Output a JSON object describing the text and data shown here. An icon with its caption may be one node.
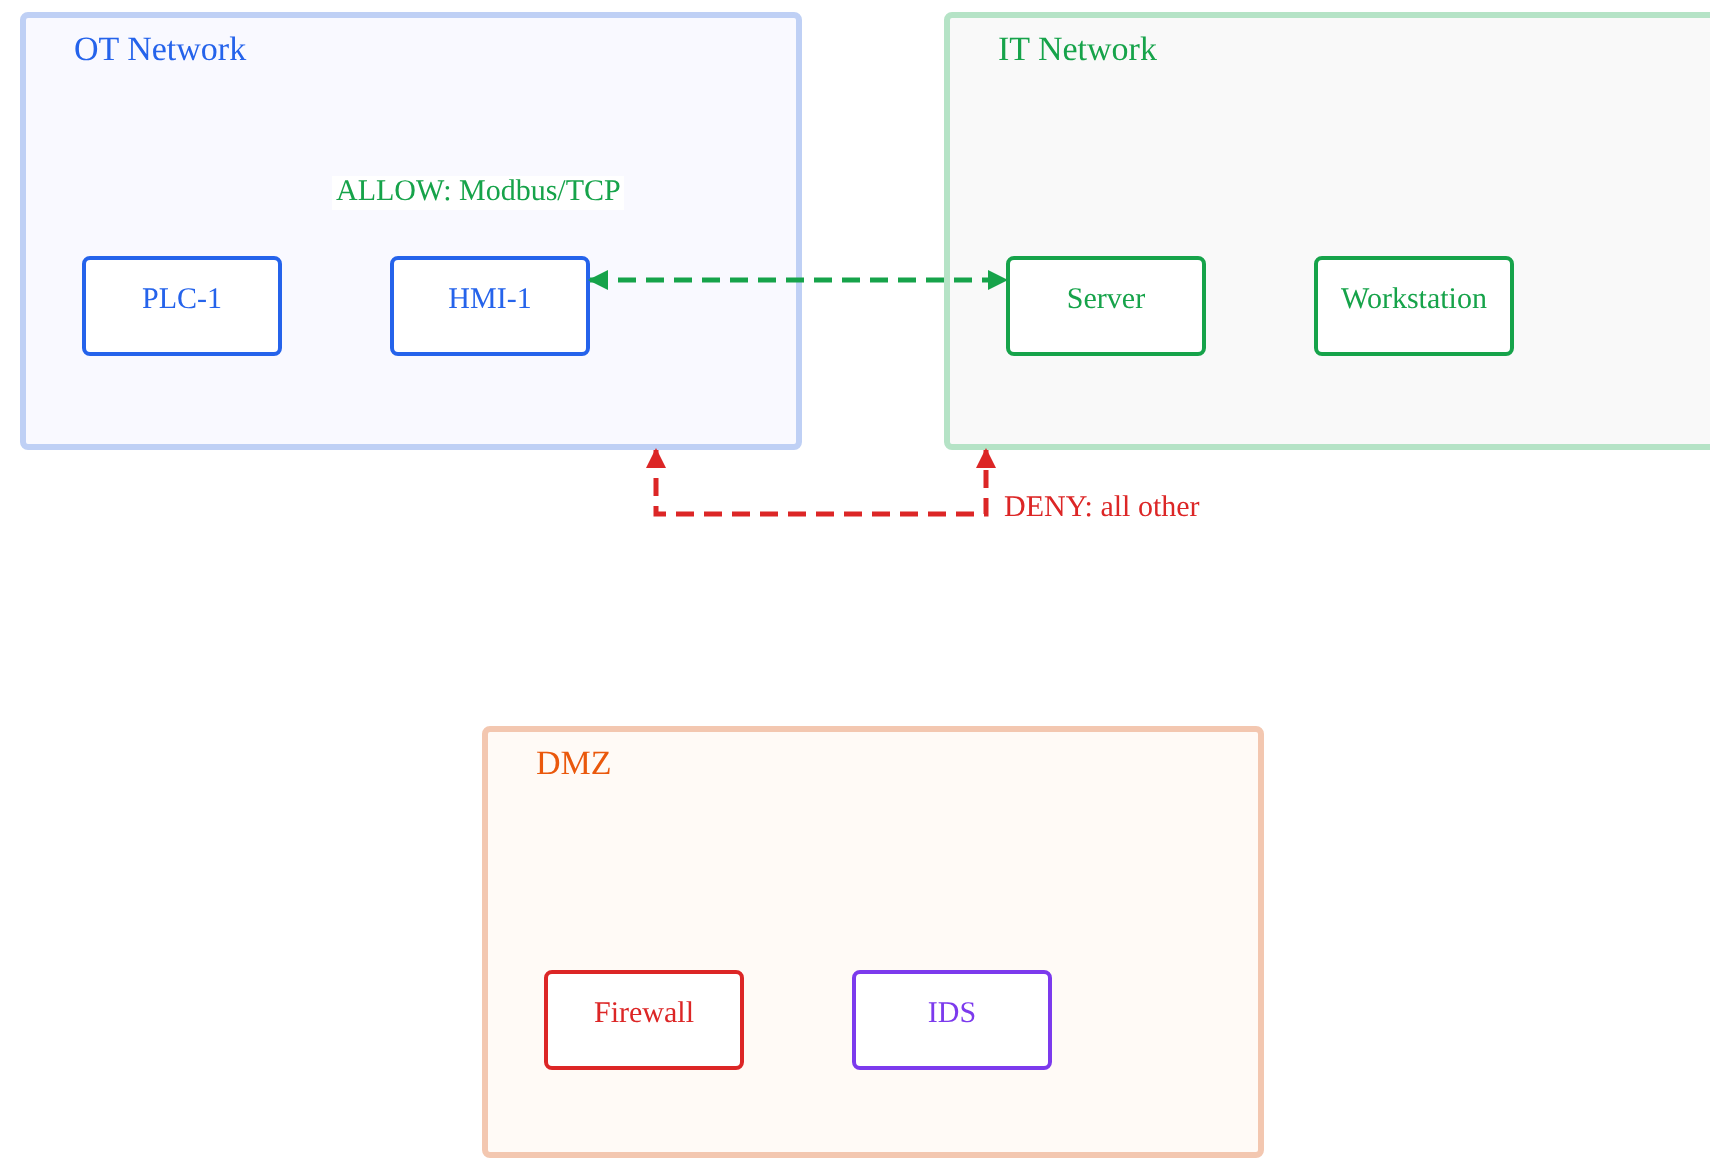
{
  "diagram": {
    "nodes": [
      {
        "text": [
          "OT Network"
        ]
      },
      {
        "text": [
          "PLC-1"
        ],
        "in": 0
      },
      {
        "text": [
          "HMI-1"
        ],
        "in": 0
      },
      {
        "text": [
          "IT Network"
        ]
      },
      {
        "text": [
          "Server"
        ],
        "in": 3
      },
      {
        "text": [
          "Workstation"
        ],
        "in": 3
      },
      {
        "text": [
          "DMZ"
        ]
      },
      {
        "text": [
          "Firewall"
        ],
        "in": 6
      },
      {
        "text": [
          "IDS"
        ],
        "in": 6
      }
    ],
    "edges": [
      {
        "from": 2,
        "to": 4,
        "arrow": "both",
        "label": "ALLOW: Modbus/TCP",
        "style": "dashed",
        "color": "#16a34a"
      },
      {
        "from": 0,
        "to": 3,
        "arrow": "both",
        "label": "DENY: all other",
        "style": "dashed",
        "color": "#dc2626"
      }
    ]
  }
}
